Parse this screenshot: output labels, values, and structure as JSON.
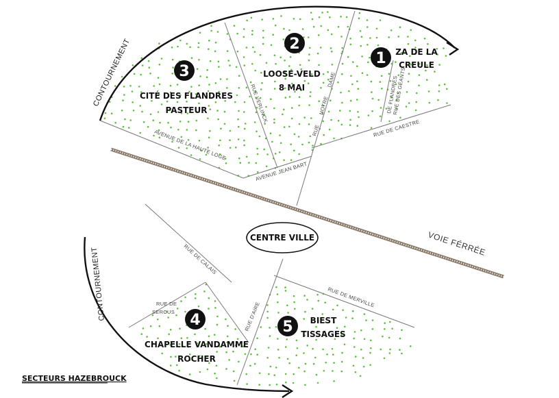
{
  "title": "SECTEURS HAZEBROUCK",
  "ring_road_label": "CONTOURNEMENT",
  "railway_label": "VOIE FÉRRÉE",
  "centre_label": "CENTRE VILLE",
  "colors": {
    "dots": "#5cbf3e",
    "lines": "#777777",
    "rail": "#8a7a6a",
    "ink": "#111111"
  },
  "sectors": [
    {
      "number": "1",
      "lines": [
        "ZA DE LA",
        "CREULE"
      ]
    },
    {
      "number": "2",
      "lines": [
        "LOOSE-VELD",
        "8 MAI"
      ]
    },
    {
      "number": "3",
      "lines": [
        "CITÉ DES FLANDRES",
        "PASTEUR"
      ]
    },
    {
      "number": "4",
      "lines": [
        "CHAPELLE VANDAMME",
        "ROCHER"
      ]
    },
    {
      "number": "5",
      "lines": [
        "BIEST",
        "TISSAGES"
      ]
    }
  ],
  "streets": {
    "haute_loge": "AVENUE DE LA HAUTE LOGE",
    "jean_bart": "AVENUE JEAN BART",
    "verlinck": "RUE VERLINCK",
    "notre_dame": [
      "RUE",
      "NOTRE",
      "DAME"
    ],
    "caestre": "RUE DE CAESTRE",
    "geants": [
      "RUE DES GÉANTS",
      "DE FLANDRES"
    ],
    "calais": "RUE DE CALAIS",
    "sercus": [
      "RUE DE",
      "SERCUS"
    ],
    "aire": "RUE D'AIRE",
    "merville": "RUE DE MERVILLE"
  }
}
